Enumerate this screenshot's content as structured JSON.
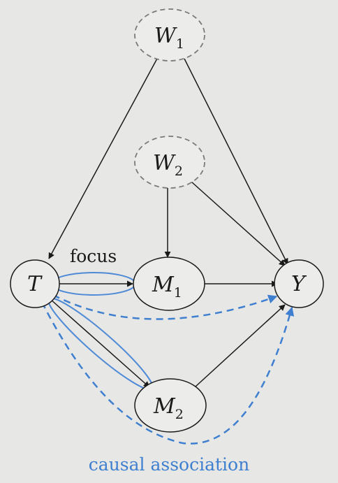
{
  "diagram": {
    "nodes": [
      {
        "id": "W1",
        "letter": "W",
        "sub": "1",
        "style": "dashed"
      },
      {
        "id": "W2",
        "letter": "W",
        "sub": "2",
        "style": "dashed"
      },
      {
        "id": "T",
        "letter": "T",
        "sub": "",
        "style": "solid"
      },
      {
        "id": "M1",
        "letter": "M",
        "sub": "1",
        "style": "solid"
      },
      {
        "id": "Y",
        "letter": "Y",
        "sub": "",
        "style": "solid"
      },
      {
        "id": "M2",
        "letter": "M",
        "sub": "2",
        "style": "solid"
      }
    ],
    "edges": [
      {
        "from": "W1",
        "to": "T",
        "kind": "causal"
      },
      {
        "from": "W1",
        "to": "Y",
        "kind": "causal"
      },
      {
        "from": "W2",
        "to": "M1",
        "kind": "causal"
      },
      {
        "from": "W2",
        "to": "Y",
        "kind": "causal"
      },
      {
        "from": "T",
        "to": "M1",
        "kind": "causal"
      },
      {
        "from": "M1",
        "to": "Y",
        "kind": "causal"
      },
      {
        "from": "T",
        "to": "M2",
        "kind": "causal"
      },
      {
        "from": "M2",
        "to": "Y",
        "kind": "causal"
      },
      {
        "from": "T",
        "to": "Y",
        "kind": "association"
      },
      {
        "from": "T",
        "to": "Y",
        "kind": "association"
      }
    ],
    "focus_label": "focus",
    "association_label": "causal association",
    "colors": {
      "background": "#e7e7e5",
      "ink": "#1a1a1a",
      "node_fill": "#ececea",
      "dashed_node": "#7a7a7a",
      "highlight_blue": "#3f7fd0"
    }
  }
}
